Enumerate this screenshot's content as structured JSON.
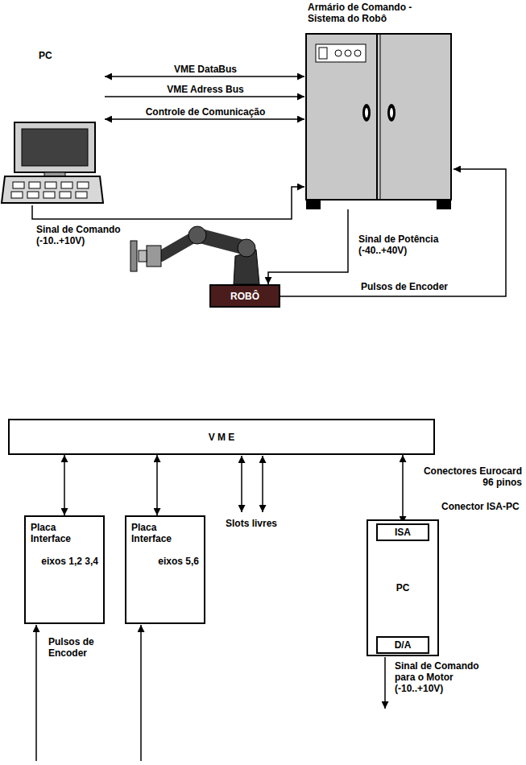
{
  "diagram": {
    "nodes": [
      {
        "text": [
          "PC"
        ]
      },
      {
        "text": [
          "Armário de Comando - Sistema do Robô"
        ]
      },
      {
        "text": [
          "ROBÔ"
        ]
      },
      {
        "text": [
          "V M E"
        ]
      },
      {
        "text": [
          "Placa Interface",
          "eixos 1,2 3,4"
        ]
      },
      {
        "text": [
          "Placa Interface",
          "eixos 5,6"
        ]
      },
      {
        "text": [
          "PC"
        ]
      },
      {
        "text": [
          "ISA"
        ],
        "in": 6
      },
      {
        "text": [
          "D/A"
        ],
        "in": 6
      }
    ],
    "edges": [
      {
        "from": 0,
        "to": 1,
        "arrow": "both",
        "label": "VME DataBus"
      },
      {
        "from": 0,
        "to": 1,
        "arrow": "to",
        "label": "VME Adress Bus"
      },
      {
        "from": 0,
        "to": 1,
        "arrow": "both",
        "label": "Controle de Comunicação"
      },
      {
        "from": 0,
        "to": 1,
        "arrow": "to",
        "label": "Sinal de Comando (-10..+10V)"
      },
      {
        "from": 1,
        "to": 2,
        "arrow": "to",
        "label": "Sinal de Potência (-40..+40V)"
      },
      {
        "from": 2,
        "to": 1,
        "arrow": "to",
        "label": "Pulsos de Encoder"
      },
      {
        "from": 3,
        "to": 4,
        "arrow": "both"
      },
      {
        "from": 3,
        "to": 5,
        "arrow": "both"
      },
      {
        "from": 3,
        "to": 7,
        "arrow": "both"
      }
    ],
    "labels": [
      "Slots livres",
      "Conectores Eurocard 96 pinos",
      "Conector ISA-PC",
      "Pulsos de Encoder",
      "Sinal de Comando para o Motor (-10..+10V)"
    ]
  }
}
